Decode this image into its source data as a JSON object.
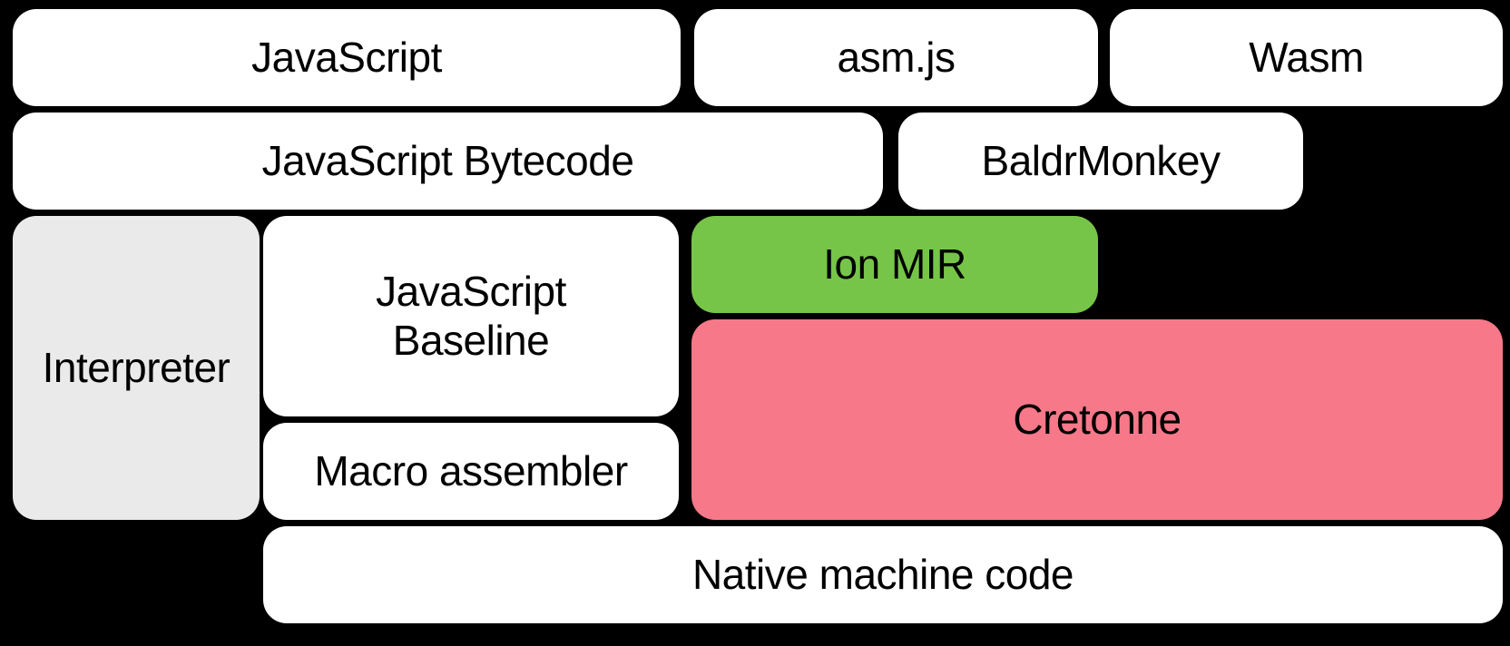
{
  "diagram": {
    "background": "#000000",
    "text_color": "#000000",
    "colors": {
      "plain_box": "#ffffff",
      "interpreter_gray": "#eaeaea",
      "ion_mir_green": "#76c548",
      "cretonne_pink": "#f67889"
    },
    "boxes": {
      "javascript": {
        "label": "JavaScript",
        "fill": "#ffffff"
      },
      "asmjs": {
        "label": "asm.js",
        "fill": "#ffffff"
      },
      "wasm": {
        "label": "Wasm",
        "fill": "#ffffff"
      },
      "js_bytecode": {
        "label": "JavaScript Bytecode",
        "fill": "#ffffff"
      },
      "baldrmonkey": {
        "label": "BaldrMonkey",
        "fill": "#ffffff"
      },
      "interpreter": {
        "label": "Interpreter",
        "fill": "#eaeaea"
      },
      "js_baseline": {
        "label": "JavaScript Baseline",
        "fill": "#ffffff"
      },
      "ion_mir": {
        "label": "Ion MIR",
        "fill": "#76c548"
      },
      "cretonne": {
        "label": "Cretonne",
        "fill": "#f67889"
      },
      "macro_assembler": {
        "label": "Macro assembler",
        "fill": "#ffffff"
      },
      "native_machine_code": {
        "label": "Native machine code",
        "fill": "#ffffff"
      }
    }
  }
}
